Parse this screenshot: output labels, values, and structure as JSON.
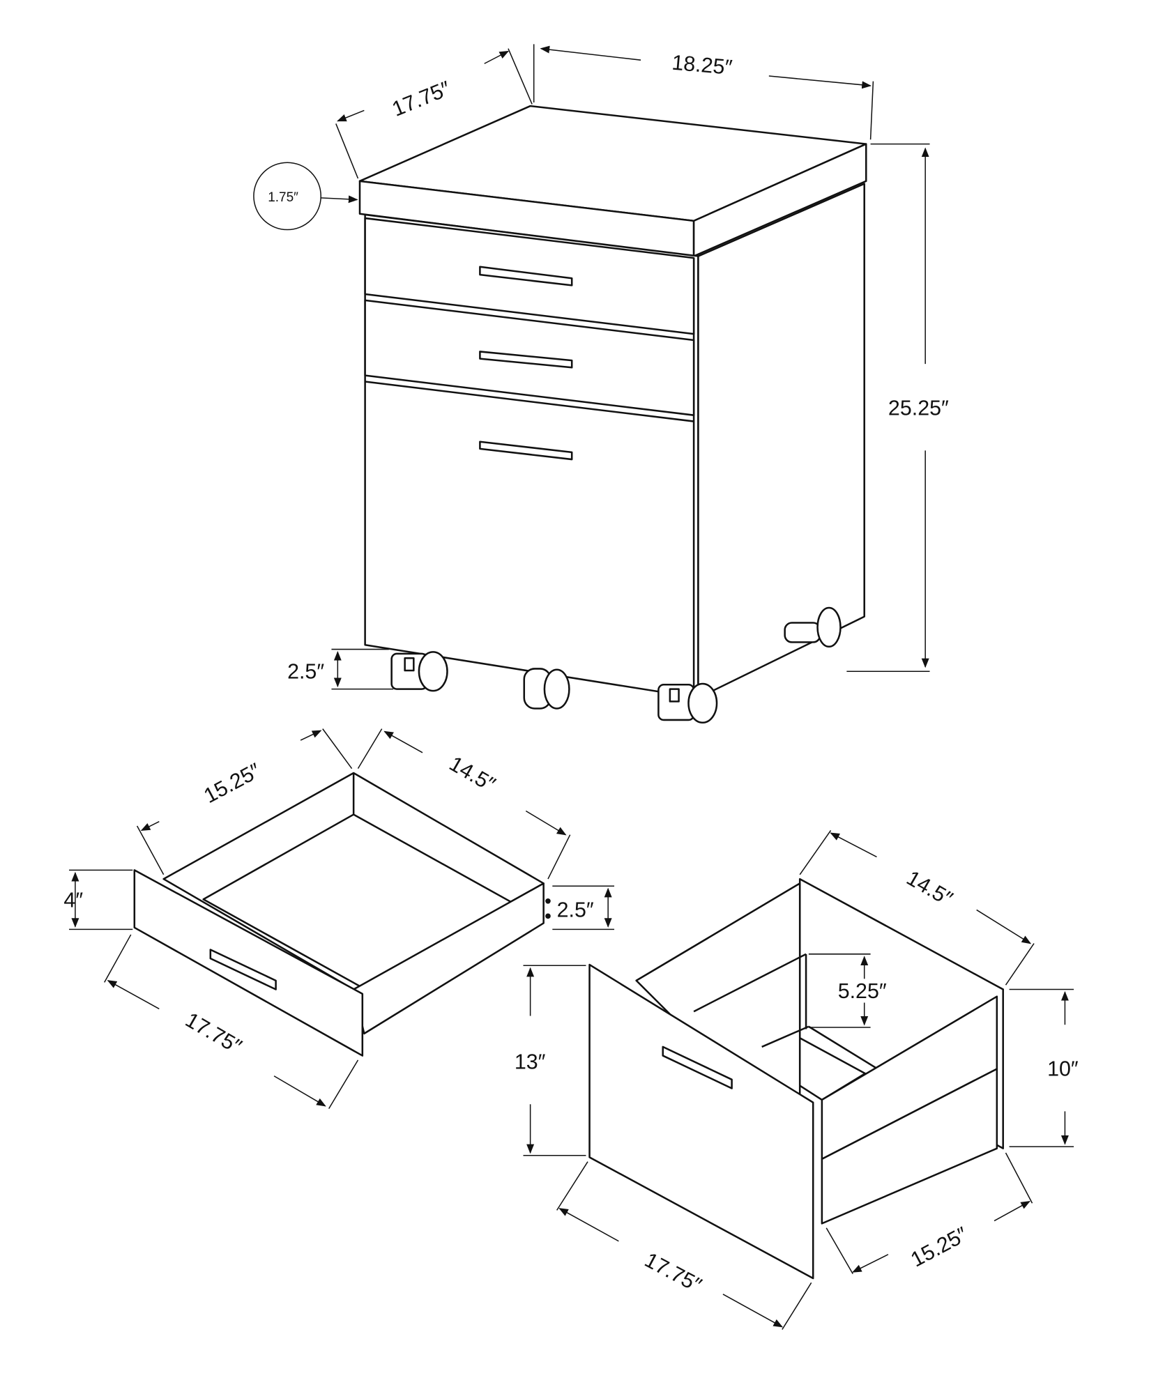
{
  "cabinet": {
    "depth": "17.75″",
    "width": "18.25″",
    "height": "25.25″",
    "top_thickness": "1.75″",
    "caster_height": "2.5″"
  },
  "small_drawer": {
    "interior_width": "15.25″",
    "interior_depth": "14.5″",
    "front_height": "4″",
    "side_height": "2.5″",
    "front_width": "17.75″"
  },
  "file_drawer": {
    "interior_depth": "14.5″",
    "rail_height": "5.25″",
    "front_height": "13″",
    "side_height": "10″",
    "front_width": "17.75″",
    "interior_width": "15.25″"
  }
}
